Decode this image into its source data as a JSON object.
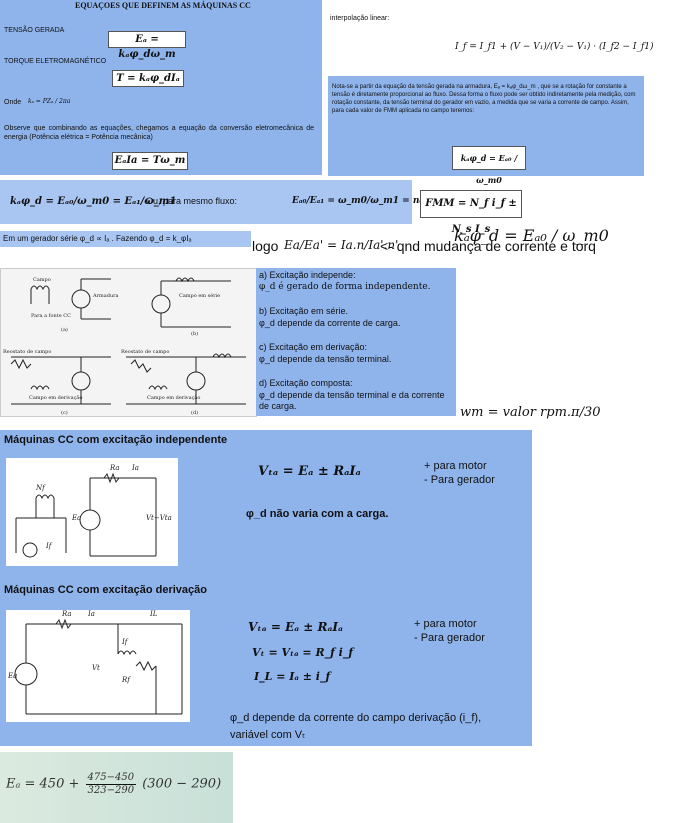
{
  "box1": {
    "title": "EQUAÇOES QUE DEFINEM AS MÁQUINAS CC",
    "tensao_label": "TENSÃO GERADA",
    "tensao_eq": "Eₐ = kₐφ_dω_m",
    "torque_label": "TORQUE ELETROMAGNÉTICO",
    "torque_eq": "T = kₐφ_dIₐ",
    "onde_label": "Onde",
    "onde_eq": "kₐ = PZₐ / 2πa",
    "observe_text": "Observe que combinando as equações, chegamos a equação da conversão eletromecânica de energia (Potência elétrica = Potência mecânica)",
    "power_eq": "EₐIa = Tω_m"
  },
  "interp": {
    "label": "interpolação linear:",
    "eq": "I_f = I_f1 + (V − V₁)/(V₂ − V₁) · (I_f2 − I_f1)"
  },
  "note": {
    "text": "Nota-se a partir da equação da tensão gerada na armadura, Eₐ = kₐφ_dω_m , que se a rotação for constante a tensão é diretamente proporcional ao fluxo. Dessa forma o fluxo pode ser obtido indiretamente pela medição, com rotação constante, da tensão terminal do gerador em vazio, a medida que se varia a corrente de campo. Assim, para cada valor de FMM aplicada no campo teremos:",
    "eq": "kₐφ_d = Eₐ₀ / ω_m0"
  },
  "row2": {
    "eq_left": "kₐφ_d = Eₐ₀/ω_m0 = Eₐ₁/ω_m1",
    "flux_text": "Ou, para mesmo fluxo:",
    "flux_eq": "Eₐ₀/Eₐ₁ = ω_m0/ω_m1 = n₀/n₁",
    "fmm_eq": "FMM = N_f i_f ± N_s I_s"
  },
  "row3": {
    "serie_text": "Em um gerador série φ_d ∝ Iₐ . Fazendo φ_d = k_φIₐ",
    "logo": "logo",
    "logo_eq": "Ea/Ea' = Ia.n/Ia'.n'",
    "tail": "<- qnd mudança de corrente e torq"
  },
  "circuits": {
    "labels": {
      "campo": "Campo",
      "armadura": "Armadura",
      "fonte": "Para a fonte CC",
      "campo_serie": "Campo em série",
      "reostato": "Reostato de campo",
      "campo_deriv": "Campo em derivação",
      "a": "(a)",
      "b": "(b)",
      "c": "(c)",
      "d": "(d)"
    }
  },
  "excitacao": {
    "a_title": "a) Excitação independe:",
    "a_body": "φ_d é gerado de forma independente.",
    "b_title": "b) Excitação em série.",
    "b_body": "φ_d depende da corrente de carga.",
    "c_title": "c) Excitação em derivação:",
    "c_body": "φ_d depende da tensão terminal.",
    "d_title": "d) Excitação composta:",
    "d_body": "φ_d depende da tensão terminal e da corrente de carga."
  },
  "wm_eq": "wm = valor rpm.π/30",
  "indep": {
    "title": "Máquinas CC com excitação independente",
    "eq": "Vₜₐ = Eₐ ± RₐIₐ",
    "motor": "+ para motor",
    "gerador": "- Para gerador",
    "note": "φ_d não varia com a carga."
  },
  "deriv": {
    "title": "Máquinas CC com excitação derivação",
    "eq1": "Vₜₐ = Eₐ ± RₐIₐ",
    "eq2": "Vₜ = Vₜₐ = R_f i_f",
    "eq3": "I_L = Iₐ ± i_f",
    "motor": "+ para motor",
    "gerador": "- Para gerador",
    "note1": "φ_d depende da corrente do campo derivação (i_f),",
    "note2": "variável com Vₜ"
  },
  "bottom_eq": {
    "lhs": "Eₐ = 450 +",
    "num": "475−450",
    "den": "323−290",
    "rhs": "(300 − 290)"
  }
}
